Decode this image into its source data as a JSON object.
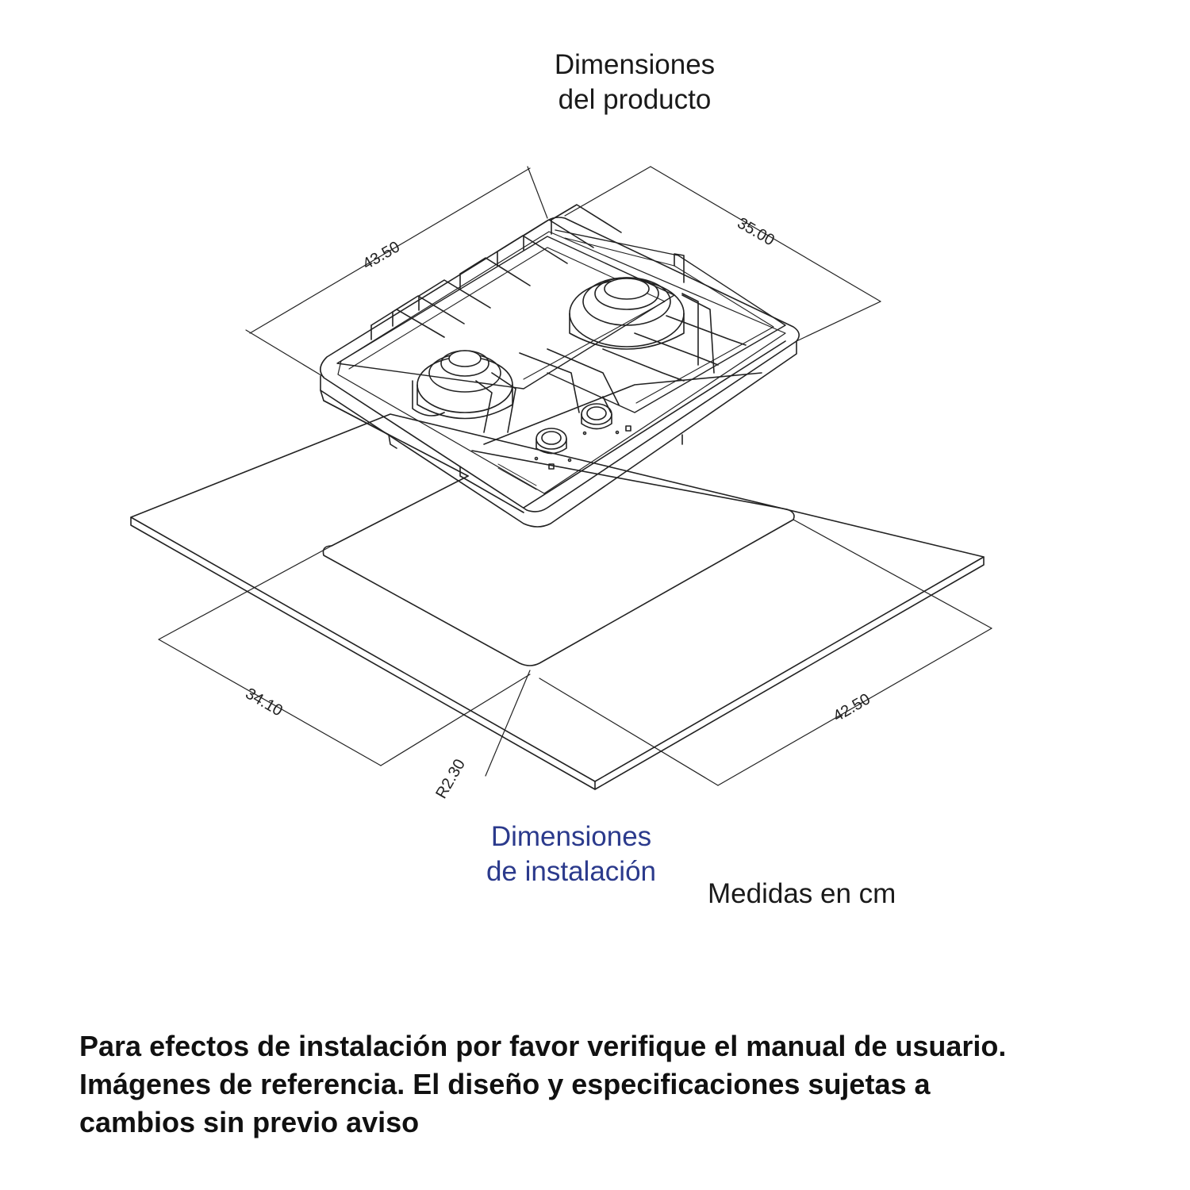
{
  "titles": {
    "product_line1": "Dimensiones",
    "product_line2": "del producto",
    "install_line1": "Dimensiones",
    "install_line2": "de instalación"
  },
  "units_note": "Medidas en cm",
  "dimensions": {
    "product_depth": "43.50",
    "product_width": "35.00",
    "cutout_width": "34.10",
    "cutout_depth": "42.50",
    "corner_radius": "R2.30"
  },
  "disclaimer": {
    "line1": "Para efectos de instalación por favor verifique el manual de usuario.",
    "line2": "Imágenes de referencia. El diseño y especificaciones sujetas a",
    "line3": "cambios sin previo aviso"
  },
  "colors": {
    "line": "#222222",
    "install_title": "#2b3a8c"
  },
  "icons": [
    "gas-cooktop-illustration",
    "countertop-cutout-illustration",
    "control-knob-icon",
    "burner-icon"
  ]
}
